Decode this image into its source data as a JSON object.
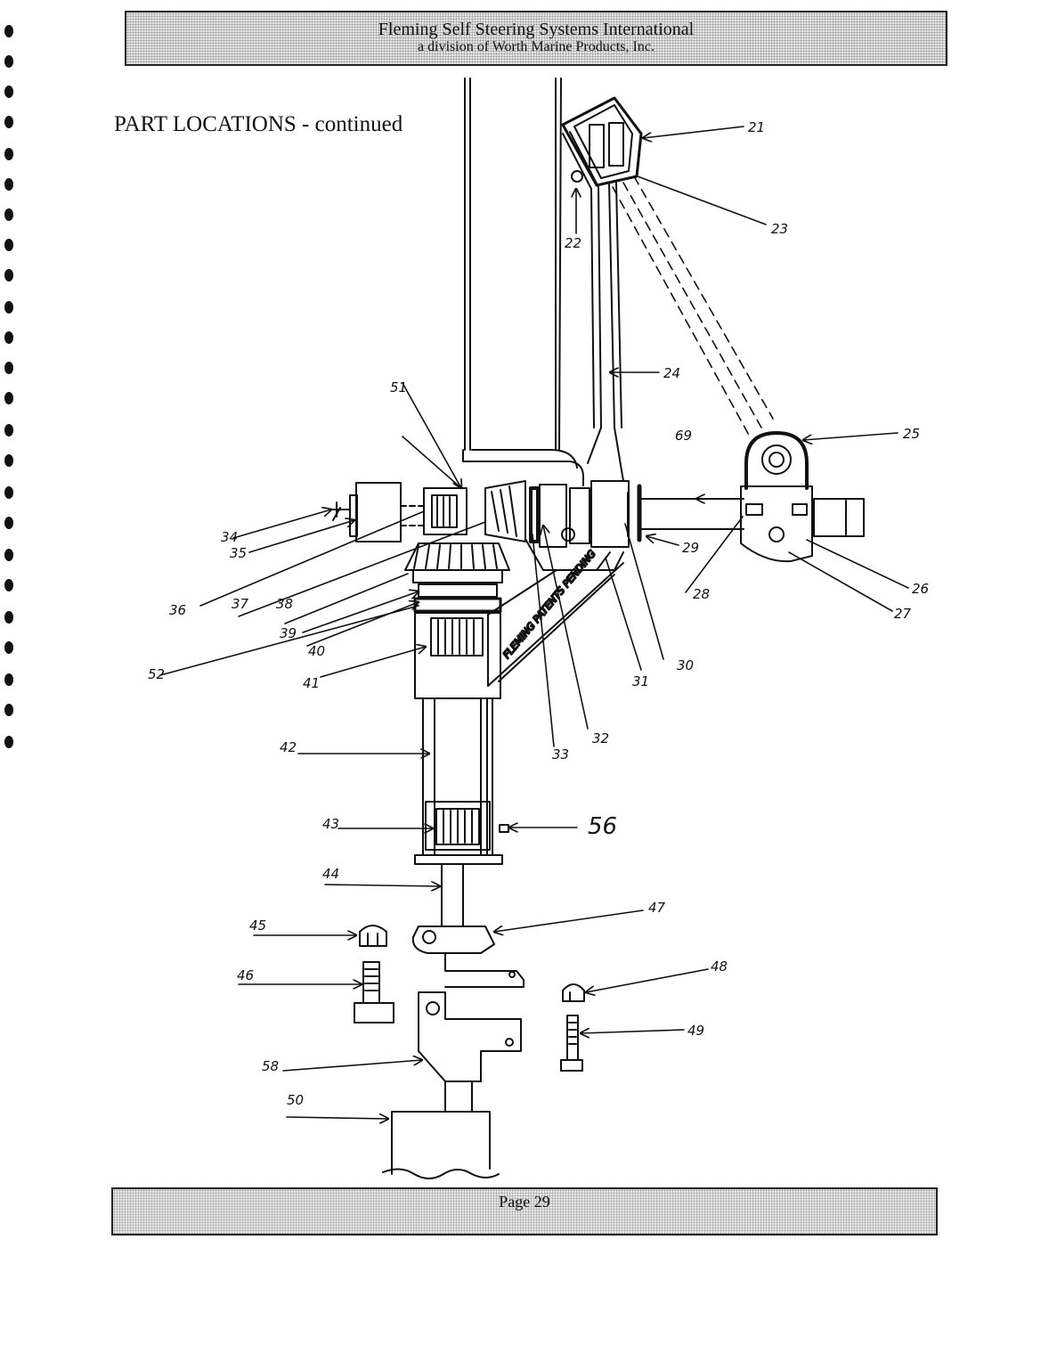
{
  "header": {
    "line1": "Fleming Self Steering Systems International",
    "line2": "a division of Worth Marine Products, Inc."
  },
  "title": "PART LOCATIONS - continued",
  "diagram": {
    "stamp": "FLEMING PATENTS PENDING",
    "labels": {
      "l21": "21",
      "l22": "22",
      "l23": "23",
      "l24": "24",
      "l25": "25",
      "l26": "26",
      "l27": "27",
      "l28": "28",
      "l29": "29",
      "l30": "30",
      "l31": "31",
      "l32": "32",
      "l33": "33",
      "l34": "34",
      "l35": "35",
      "l36": "36",
      "l37": "37",
      "l38": "38",
      "l39": "39",
      "l40": "40",
      "l41": "41",
      "l42": "42",
      "l43": "43",
      "l44": "44",
      "l45": "45",
      "l46": "46",
      "l47": "47",
      "l48": "48",
      "l49": "49",
      "l50": "50",
      "l51": "51",
      "l52": "52",
      "l56": "56",
      "l58": "58",
      "l69": "69"
    }
  },
  "footer": {
    "page": "Page  29"
  }
}
